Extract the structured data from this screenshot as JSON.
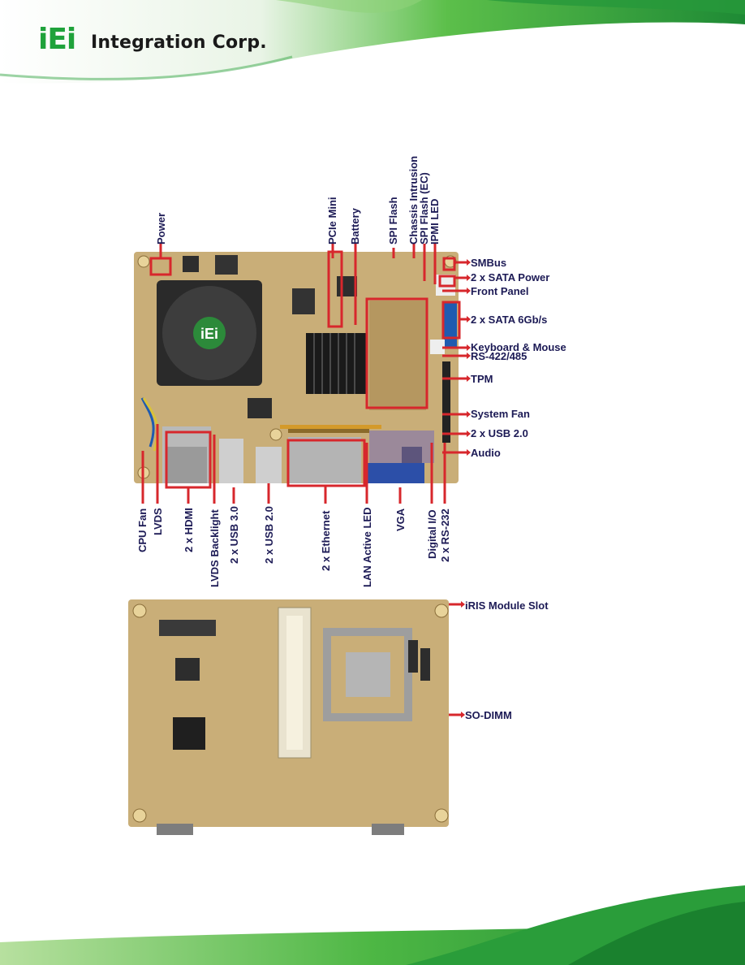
{
  "brand": {
    "logo_mark": "iEi",
    "company": "Integration Corp."
  },
  "colors": {
    "green": "#2fae3c",
    "dark_green": "#167a2c",
    "callout_red": "#d7272c",
    "label_navy": "#1c1a55",
    "pcb": "#c9ae78"
  },
  "top_board": {
    "top_labels": [
      "Power",
      "PCIe Mini",
      "Battery",
      "SPI Flash",
      "Chassis Intrusion",
      "SPI Flash (EC)",
      "IPMI LED"
    ],
    "right_labels": [
      "SMBus",
      "2 x SATA Power",
      "Front Panel",
      "2 x SATA 6Gb/s",
      "Keyboard & Mouse",
      "RS-422/485",
      "TPM",
      "System Fan",
      "2 x USB 2.0",
      "Audio"
    ],
    "bottom_labels": [
      "CPU Fan",
      "LVDS",
      "2 x HDMI",
      "LVDS Backlight",
      "2 x USB 3.0",
      "2 x USB 2.0",
      "2 x Ethernet",
      "LAN Active LED",
      "VGA",
      "Digital I/O",
      "2 x RS-232"
    ],
    "heatsink_logo": "iEi"
  },
  "bottom_board": {
    "labels": [
      "iRIS Module Slot",
      "SO-DIMM"
    ]
  }
}
